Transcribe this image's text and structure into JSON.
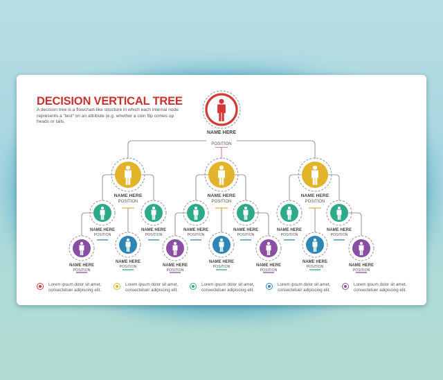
{
  "header": {
    "title": "DECISION VERTICAL TREE",
    "description": "A decision tree is a flowchart-like structure in which each internal node represents a \"test\" on an attribute (e.g. whether a coin flip comes up heads or tails."
  },
  "colors": {
    "red": "#d23a35",
    "yellow": "#e2b42c",
    "teal": "#2eaa8a",
    "blue": "#2e86b5",
    "purple": "#8a4fa3",
    "connector": "#9a9a9a",
    "title": "#c9312e"
  },
  "tree": {
    "root": {
      "name": "NAME HERE",
      "position": "POSITION",
      "color": "red"
    },
    "level1": [
      {
        "name": "NAME HERE",
        "position": "POSITION",
        "color": "yellow"
      },
      {
        "name": "NAME HERE",
        "position": "POSITION",
        "color": "yellow"
      },
      {
        "name": "NAME HERE",
        "position": "POSITION",
        "color": "yellow"
      }
    ],
    "level2": [
      {
        "name": "NAME HERE",
        "position": "POSITION",
        "color": "teal"
      },
      {
        "name": "NAME HERE",
        "position": "POSITION",
        "color": "teal"
      },
      {
        "name": "NAME HERE",
        "position": "POSITION",
        "color": "teal"
      },
      {
        "name": "NAME HERE",
        "position": "POSITION",
        "color": "teal"
      },
      {
        "name": "NAME HERE",
        "position": "POSITION",
        "color": "teal"
      },
      {
        "name": "NAME HERE",
        "position": "POSITION",
        "color": "teal"
      }
    ],
    "level3": [
      {
        "name": "NAME HERE",
        "position": "POSITION",
        "color": "purple"
      },
      {
        "name": "NAME HERE",
        "position": "POSITION",
        "color": "blue"
      },
      {
        "name": "NAME HERE",
        "position": "POSITION",
        "color": "purple"
      },
      {
        "name": "NAME HERE",
        "position": "POSITION",
        "color": "blue"
      },
      {
        "name": "NAME HERE",
        "position": "POSITION",
        "color": "purple"
      },
      {
        "name": "NAME HERE",
        "position": "POSITION",
        "color": "blue"
      },
      {
        "name": "NAME HERE",
        "position": "POSITION",
        "color": "purple"
      }
    ]
  },
  "legend": [
    {
      "color": "red",
      "text": "Lorem ipsum dolor sit amet, consectetuer adipiscing elit."
    },
    {
      "color": "yellow",
      "text": "Lorem ipsum dolor sit amet, consectetuer adipiscing elit."
    },
    {
      "color": "teal",
      "text": "Lorem ipsum dolor sit amet, consectetuer adipiscing elit."
    },
    {
      "color": "blue",
      "text": "Lorem ipsum dolor sit amet, consectetuer adipiscing elit."
    },
    {
      "color": "purple",
      "text": "Lorem ipsum dolor sit amet, consectetuer adipiscing elit."
    }
  ]
}
